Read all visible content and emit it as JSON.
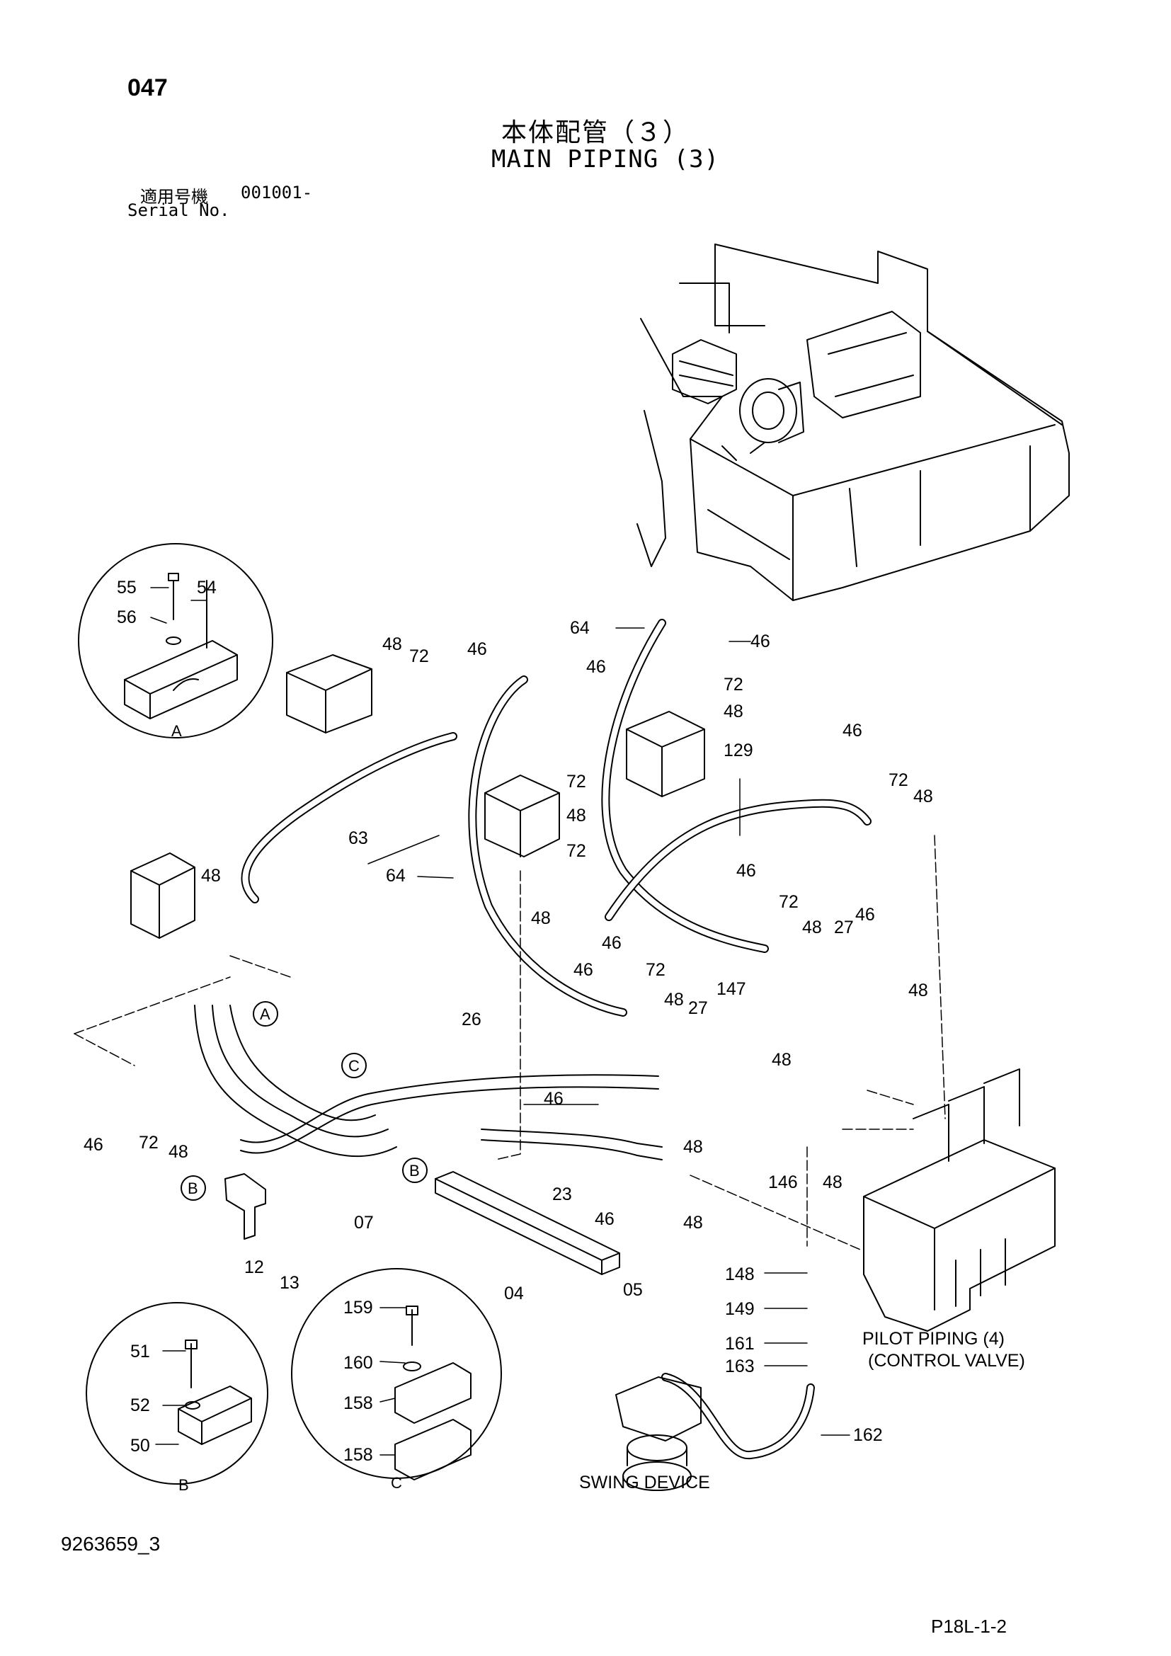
{
  "header": {
    "page_number": "047",
    "title_jp": "本体配管（３）",
    "title_en": "MAIN PIPING (3)",
    "serial_label_jp": "適用号機",
    "serial_value": "001001-",
    "serial_label_en": "Serial No."
  },
  "footer": {
    "document_id": "9263659_3",
    "page_code": "P18L-1-2"
  },
  "notes": {
    "pilot_piping_line1": "PILOT PIPING (4)",
    "pilot_piping_line2": "(CONTROL VALVE)",
    "swing_device": "SWING DEVICE"
  },
  "detail_views": {
    "A": "A",
    "B": "B",
    "C": "C"
  },
  "part_labels": [
    "55",
    "54",
    "56",
    "48",
    "72",
    "46",
    "64",
    "46",
    "72",
    "48",
    "46",
    "72",
    "48",
    "63",
    "48",
    "129",
    "46",
    "72",
    "48",
    "64",
    "72",
    "48",
    "46",
    "46",
    "72",
    "48",
    "27",
    "46",
    "48",
    "46",
    "72",
    "48",
    "27",
    "147",
    "48",
    "46",
    "72",
    "48",
    "26",
    "46",
    "48",
    "46",
    "23",
    "48",
    "146",
    "48",
    "07",
    "12",
    "13",
    "04",
    "05",
    "159",
    "160",
    "158",
    "158",
    "51",
    "52",
    "50",
    "148",
    "149",
    "161",
    "163",
    "162"
  ]
}
